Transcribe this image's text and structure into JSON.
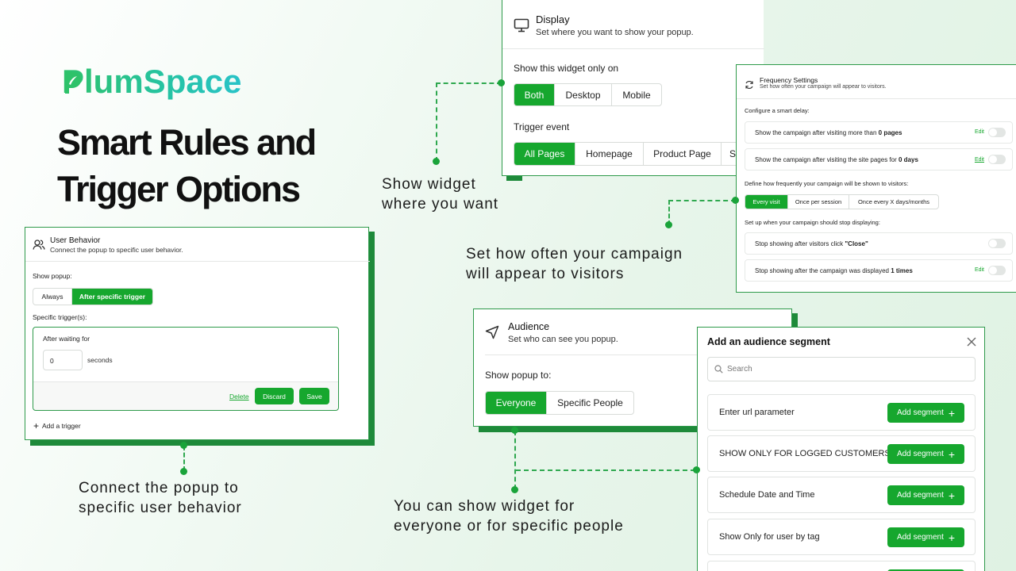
{
  "brand": {
    "logo_text": "PlumSpace",
    "headline_line1": "Smart Rules and",
    "headline_line2": "Trigger Options"
  },
  "captions": {
    "show_widget": [
      "Show widget",
      "where you want"
    ],
    "frequency": [
      "Set how often your campaign",
      "will appear to visitors"
    ],
    "connect": [
      "Connect the popup to",
      "specific user behavior"
    ],
    "audience": [
      "You can show widget for",
      "everyone or for specific people"
    ]
  },
  "display": {
    "title": "Display",
    "subtitle": "Set where you want to show your popup.",
    "widget_label": "Show this widget only on",
    "device_options": [
      "Both",
      "Desktop",
      "Mobile"
    ],
    "trigger_label": "Trigger event",
    "trigger_options": [
      "All Pages",
      "Homepage",
      "Product Page",
      "S"
    ]
  },
  "frequency": {
    "title": "Frequency Settings",
    "subtitle": "Set how often your campaign will appear to visitors.",
    "delay_label": "Configure a smart delay:",
    "row1": "Show the campaign after visiting more than ",
    "row1_bold": "0 pages",
    "row2": "Show the campaign after visiting the site pages for ",
    "row2_bold": "0 days",
    "edit": "Edit",
    "how_often_label": "Define how frequently your campaign will be shown to visitors:",
    "options": [
      "Every visit",
      "Once per session",
      "Once every X days/months"
    ],
    "stop_label": "Set up when your campaign should stop displaying:",
    "row3": "Stop showing after visitors click ",
    "row3_bold": "\"Close\"",
    "row4": "Stop showing after the campaign was displayed ",
    "row4_bold": "1 times"
  },
  "behavior": {
    "title": "User Behavior",
    "subtitle": "Connect the popup to specific user behavior.",
    "show_label": "Show popup:",
    "options": [
      "Always",
      "After specific trigger"
    ],
    "triggers_label": "Specific trigger(s):",
    "waiting_label": "After waiting for",
    "seconds_value": "0",
    "seconds_unit": "seconds",
    "delete": "Delete",
    "discard": "Discard",
    "save": "Save",
    "add_trigger": "Add a trigger"
  },
  "audience": {
    "title": "Audience",
    "subtitle": "Set who can see you popup.",
    "show_label": "Show popup to:",
    "options": [
      "Everyone",
      "Specific People"
    ]
  },
  "segment": {
    "title": "Add an audience segment",
    "search_placeholder": "Search",
    "add_label": "Add segment",
    "items": [
      "Enter url parameter",
      "SHOW ONLY FOR LOGGED CUSTOMERS",
      "Schedule Date and Time",
      "Show Only for user by tag"
    ]
  },
  "colors": {
    "accent": "#16a72e",
    "brand_start": "#2ec26a",
    "brand_end": "#28c3c8"
  }
}
